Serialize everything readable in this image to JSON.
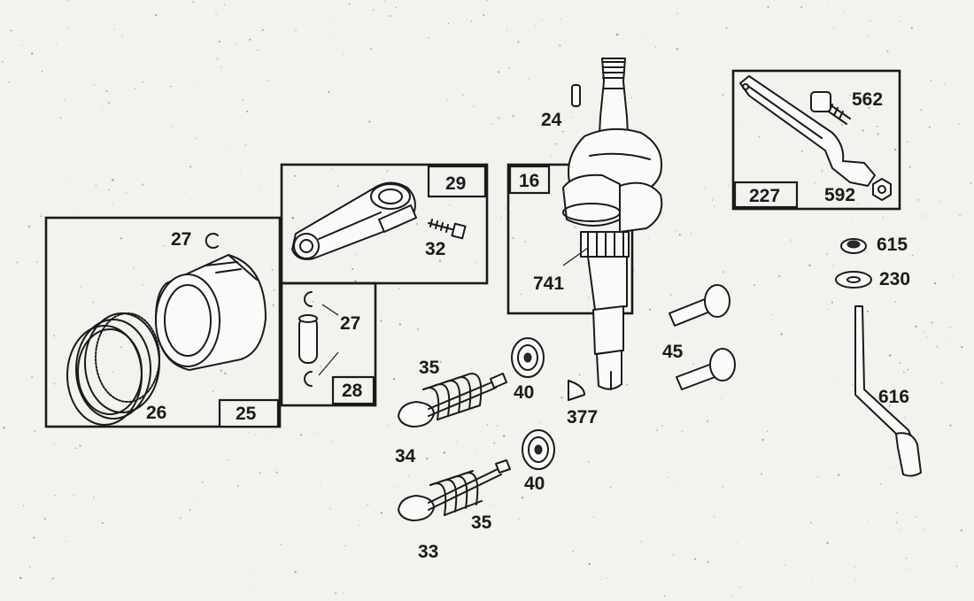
{
  "diagram": {
    "labels": {
      "l24": "24",
      "l16": "16",
      "l741": "741",
      "l377": "377",
      "l29": "29",
      "l32": "32",
      "l27a": "27",
      "l27b": "27",
      "l28": "28",
      "l25": "25",
      "l26": "26",
      "l35a": "35",
      "l35b": "35",
      "l40a": "40",
      "l40b": "40",
      "l34": "34",
      "l33": "33",
      "l45": "45",
      "l227": "227",
      "l562": "562",
      "l592": "592",
      "l615": "615",
      "l230": "230",
      "l616": "616"
    }
  }
}
